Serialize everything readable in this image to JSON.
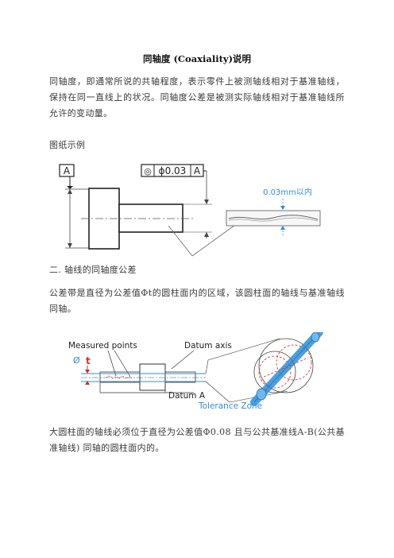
{
  "title": "同轴度 (Coaxiality)说明",
  "intro": "同轴度，即通常所说的共轴程度，表示零件上被测轴线相对于基准轴线，保持在同一直线上的状况。同轴度公差是被测实际轴线相对于基准轴线所允许的变动量。",
  "example_heading": "图纸示例",
  "figure1": {
    "datum_label": "A",
    "frame_symbol": "◎",
    "frame_value": "ϕ0.03",
    "frame_datum": "A",
    "zone_label": "0.03mm以内",
    "accent_color": "#2e8fd6"
  },
  "section2_heading": "二. 轴线的同轴度公差",
  "section2_text": "公差带是直径为公差值Φt的圆柱面内的区域，该圆柱面的轴线与基准轴线同轴。",
  "figure2": {
    "measured_points": "Measured points",
    "datum_axis": "Datum axis",
    "phi": "Ø",
    "t": "t",
    "datum_a": "Datum A",
    "tolerance_zone": "Tolerance Zone",
    "accent_color": "#2e8fd6",
    "marker_color": "#d62a2a"
  },
  "closing_text": "大圆柱面的轴线必须位于直径为公差值Φ0.08 且与公共基准线A-B(公共基准轴线) 同轴的圆柱面内的。"
}
